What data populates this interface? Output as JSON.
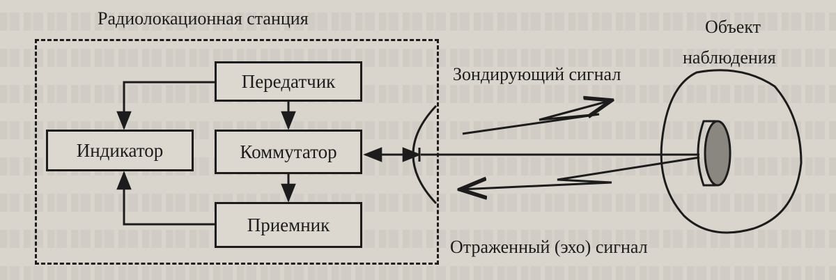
{
  "station_title": "Радиолокационная станция",
  "blocks": {
    "transmitter": "Передатчик",
    "indicator": "Индикатор",
    "switch": "Коммутатор",
    "receiver": "Приемник"
  },
  "object": {
    "line1": "Объект",
    "line2": "наблюдения"
  },
  "signals": {
    "probe": "Зондирующий сигнал",
    "echo": "Отраженный (эхо) сигнал"
  },
  "colors": {
    "background": "#d9d5cd",
    "ink": "#1c1c1c",
    "target_fill": "#8a8680"
  }
}
